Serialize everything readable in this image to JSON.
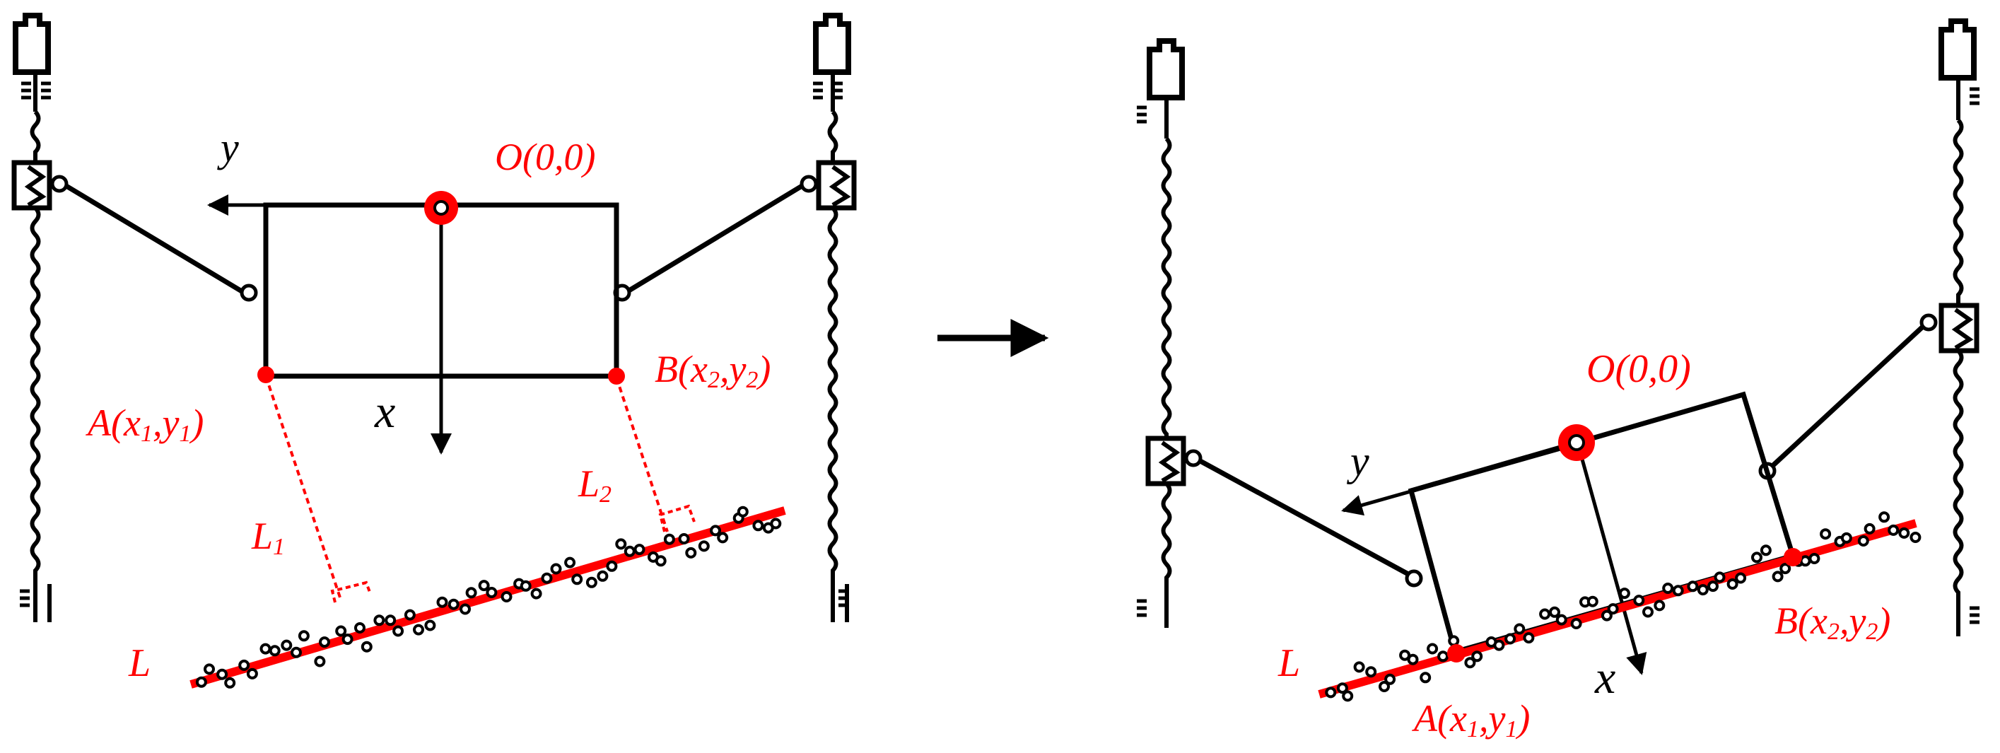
{
  "colors": {
    "red": "#ff0000",
    "black": "#000000",
    "background": "#ffffff"
  },
  "left_panel": {
    "origin_label": "O(0,0)",
    "y_axis_label": "y",
    "x_axis_label": "x",
    "point_a": {
      "prefix": "A(x",
      "sub1": "1",
      "mid": ",y",
      "sub2": "1",
      "suffix": ")"
    },
    "point_b": {
      "prefix": "B(x",
      "sub1": "2",
      "mid": ",y",
      "sub2": "2",
      "suffix": ")"
    },
    "l1_label": {
      "base": "L",
      "sub": "1"
    },
    "l2_label": {
      "base": "L",
      "sub": "2"
    },
    "line_label": "L"
  },
  "right_panel": {
    "origin_label": "O(0,0)",
    "y_axis_label": "y",
    "x_axis_label": "x",
    "point_a": {
      "prefix": "A(x",
      "sub1": "1",
      "mid": ",y",
      "sub2": "1",
      "suffix": ")"
    },
    "point_b": {
      "prefix": "B(x",
      "sub1": "2",
      "mid": ",y",
      "sub2": "2",
      "suffix": ")"
    },
    "line_label": "L"
  },
  "transition_arrow": "right-arrow"
}
